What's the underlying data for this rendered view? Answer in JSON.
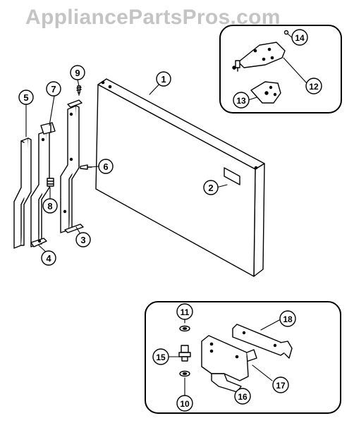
{
  "watermark": "AppliancePartsPros.com",
  "callouts": {
    "c1": "1",
    "c2": "2",
    "c3": "3",
    "c4": "4",
    "c5": "5",
    "c6": "6",
    "c7": "7",
    "c8": "8",
    "c9": "9",
    "c10": "10",
    "c11": "11",
    "c12": "12",
    "c13": "13",
    "c14": "14",
    "c15": "15",
    "c16": "16",
    "c17": "17",
    "c18": "18"
  }
}
